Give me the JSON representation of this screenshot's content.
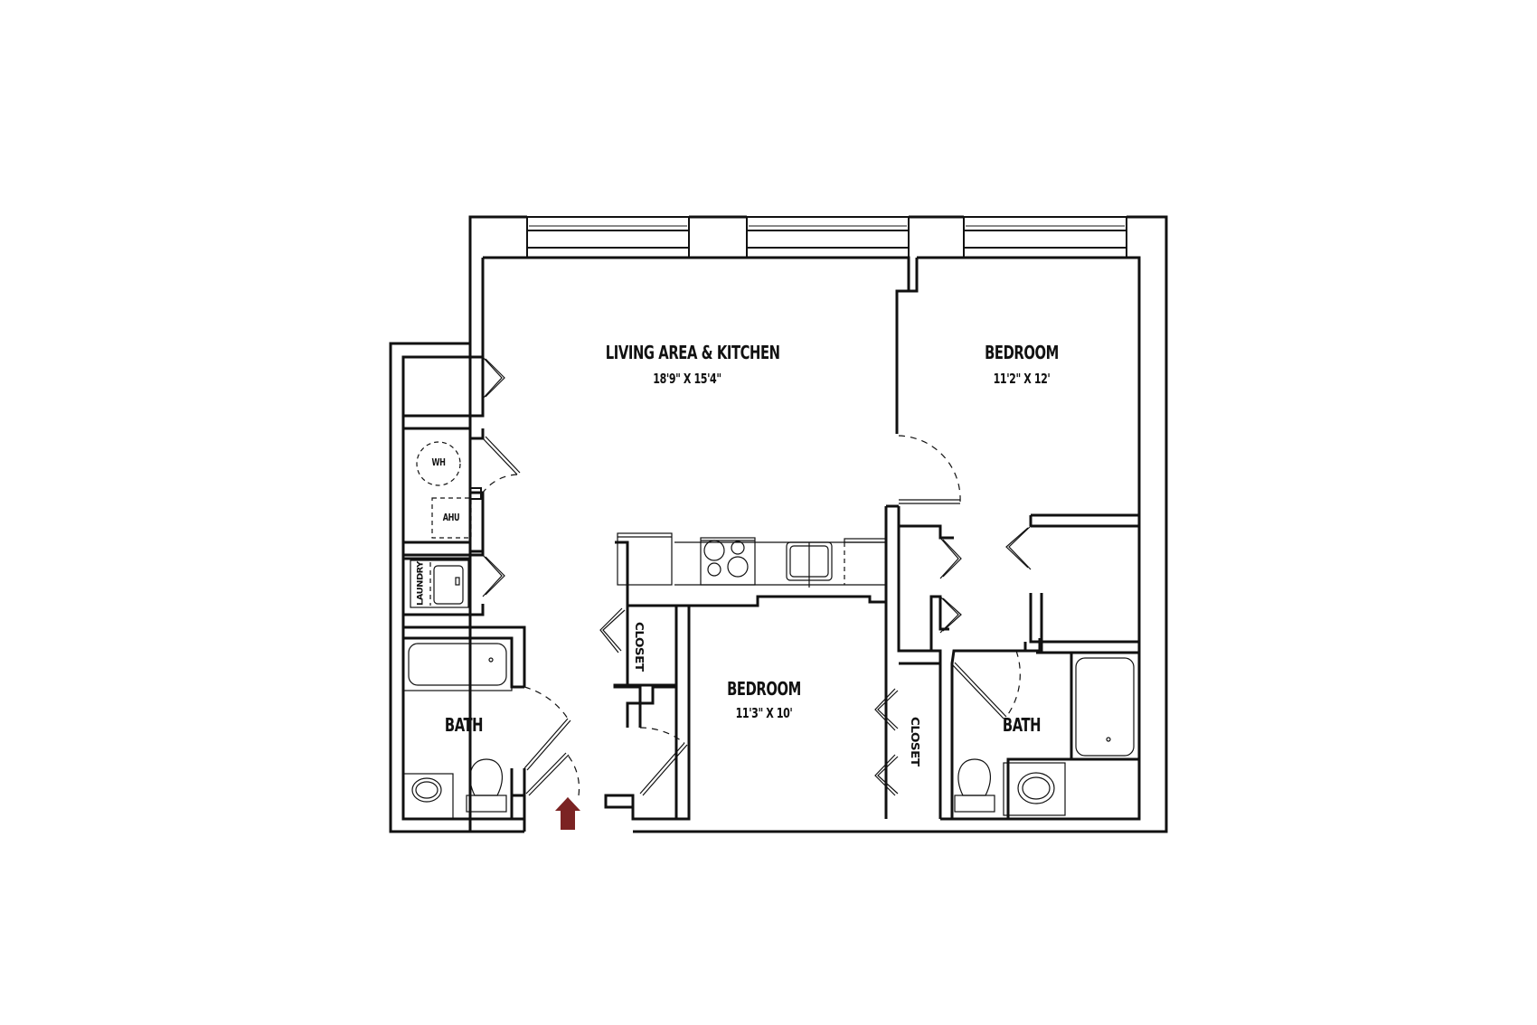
{
  "plan": {
    "rooms": [
      {
        "name": "LIVING AREA & KITCHEN",
        "dimensions": "18'9\" X 15'4\""
      },
      {
        "name": "BEDROOM",
        "dimensions": "11'2\" X 12'"
      },
      {
        "name": "BEDROOM",
        "dimensions": "11'3\" X 10'"
      },
      {
        "name": "BATH"
      },
      {
        "name": "BATH"
      }
    ],
    "closets": [
      "CLOSET",
      "CLOSET"
    ],
    "utilities": {
      "water_heater": "WH",
      "air_handler": "AHU",
      "laundry": "LAUNDRY"
    },
    "entry_arrow": {
      "icon": "entry-arrow-icon",
      "color": "#7b2323"
    },
    "colors": {
      "wall": "#111111",
      "background": "#ffffff",
      "accent": "#7b2323"
    }
  }
}
